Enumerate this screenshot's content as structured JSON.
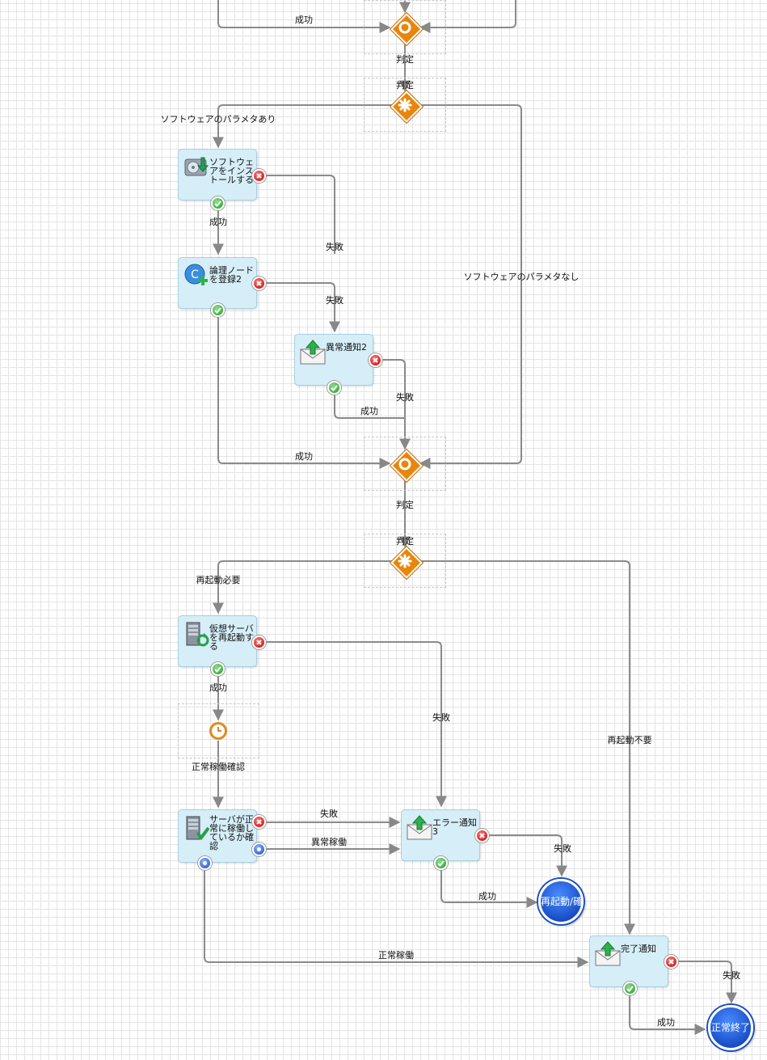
{
  "labels": {
    "success": "成功",
    "fail": "失敗",
    "judge": "判定",
    "sw_param_yes": "ソフトウェアのパラメタあり",
    "sw_param_no": "ソフトウェアのパラメタなし",
    "reboot_needed": "再起動必要",
    "reboot_not_needed": "再起動不要",
    "normal_operation": "正常稼働",
    "abnormal_operation": "異常稼働",
    "normal_check": "正常稼働確認"
  },
  "nodes": {
    "install_sw": "ソフトウェアをインストールする",
    "register_node": "論理ノードを登録2",
    "abnormal_notify": "異常通知2",
    "restart_vm": "仮想サーバを再起動する",
    "check_server": "サーバが正常に稼働しているか確認",
    "error_notify": "エラー通知3",
    "done_notify": "完了通知"
  },
  "ends": {
    "reboot_confirm": "再起動/確認",
    "normal_end": "正常終了"
  },
  "icons": {
    "install": "software-install-icon",
    "register": "logical-node-register-icon",
    "mail": "mail-send-icon",
    "server_restart": "server-restart-icon",
    "server_check": "server-check-icon",
    "timer": "timer-icon",
    "merge": "merge-gateway-icon",
    "branch": "branch-gateway-icon"
  }
}
